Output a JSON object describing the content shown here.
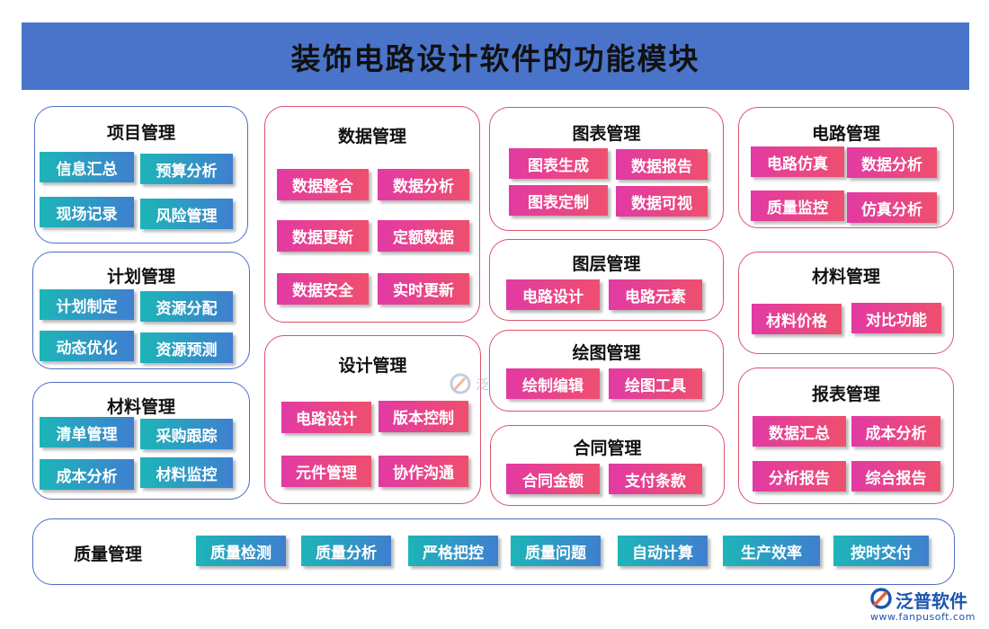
{
  "title": "装饰电路设计软件的功能模块",
  "modules": {
    "project": {
      "title": "项目管理",
      "items": [
        "信息汇总",
        "预算分析",
        "现场记录",
        "风险管理"
      ]
    },
    "plan": {
      "title": "计划管理",
      "items": [
        "计划制定",
        "资源分配",
        "动态优化",
        "资源预测"
      ]
    },
    "material_left": {
      "title": "材料管理",
      "items": [
        "清单管理",
        "采购跟踪",
        "成本分析",
        "材料监控"
      ]
    },
    "data": {
      "title": "数据管理",
      "items": [
        "数据整合",
        "数据分析",
        "数据更新",
        "定额数据",
        "数据安全",
        "实时更新"
      ]
    },
    "design": {
      "title": "设计管理",
      "items": [
        "电路设计",
        "版本控制",
        "元件管理",
        "协作沟通"
      ]
    },
    "chart": {
      "title": "图表管理",
      "items": [
        "图表生成",
        "数据报告",
        "图表定制",
        "数据可视"
      ]
    },
    "layer": {
      "title": "图层管理",
      "items": [
        "电路设计",
        "电路元素"
      ]
    },
    "drawing": {
      "title": "绘图管理",
      "items": [
        "绘制编辑",
        "绘图工具"
      ]
    },
    "contract": {
      "title": "合同管理",
      "items": [
        "合同金额",
        "支付条款"
      ]
    },
    "circuit": {
      "title": "电路管理",
      "items": [
        "电路仿真",
        "数据分析",
        "质量监控",
        "仿真分析"
      ]
    },
    "material_right": {
      "title": "材料管理",
      "items": [
        "材料价格",
        "对比功能"
      ]
    },
    "report": {
      "title": "报表管理",
      "items": [
        "数据汇总",
        "成本分析",
        "分析报告",
        "综合报告"
      ]
    },
    "quality": {
      "title": "质量管理",
      "items": [
        "质量检测",
        "质量分析",
        "严格把控",
        "质量问题",
        "自动计算",
        "生产效率",
        "按时交付"
      ]
    }
  },
  "watermark": "泛普软件",
  "logo": {
    "name": "泛普软件",
    "url": "www.fanpusoft.com"
  },
  "colors": {
    "title_bar": "#4a74c9",
    "blue_border": "#4d6dc4",
    "red_border": "#d9546b",
    "teal_start": "#1db5b8",
    "teal_end": "#3f7fd0",
    "pink_start": "#e23aa4",
    "pink_end": "#ef4f6e"
  }
}
